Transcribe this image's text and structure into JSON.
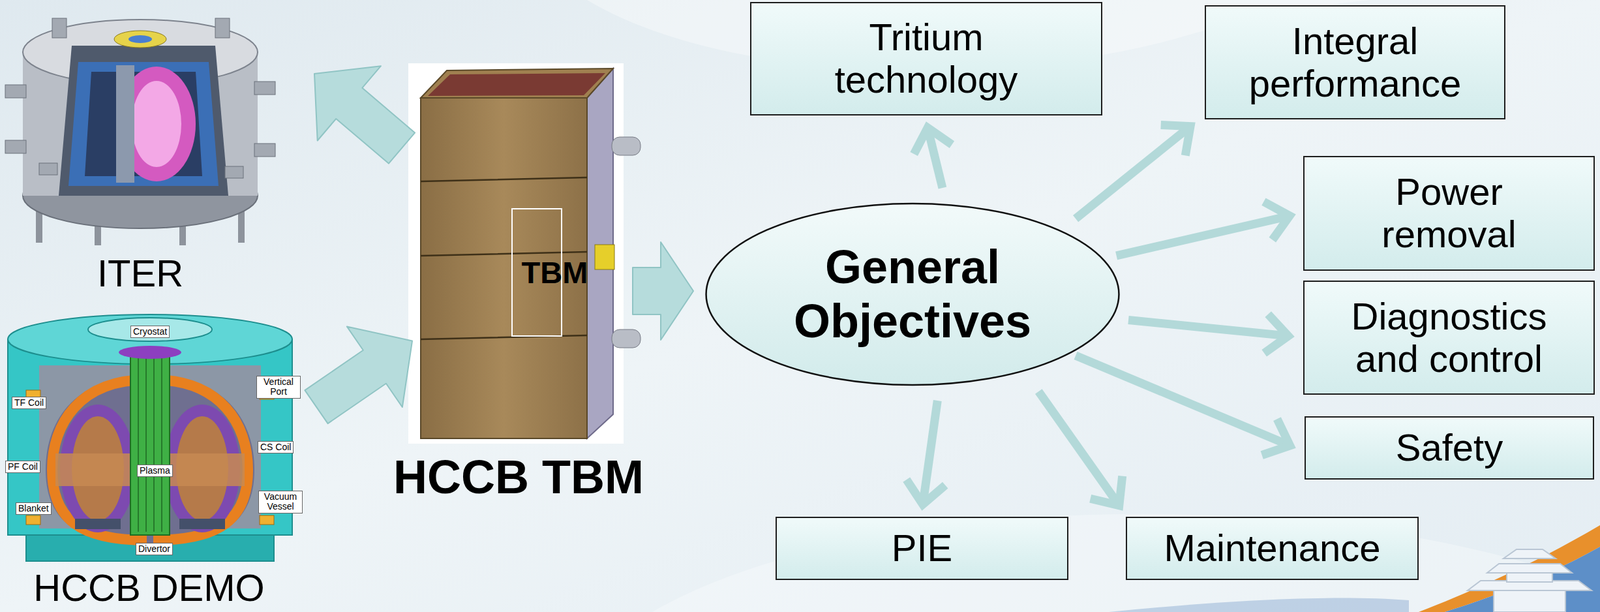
{
  "diagram": {
    "nodes": [
      {
        "text": [
          "ITER"
        ]
      },
      {
        "text": [
          "HCCB DEMO"
        ]
      },
      {
        "text": [
          "HCCB TBM"
        ]
      },
      {
        "text": [
          "TBM"
        ],
        "in": 2
      },
      {
        "text": [
          "General Objectives"
        ]
      },
      {
        "text": [
          "Tritium technology"
        ]
      },
      {
        "text": [
          "Integral performance"
        ]
      },
      {
        "text": [
          "Power removal"
        ]
      },
      {
        "text": [
          "Diagnostics and control"
        ]
      },
      {
        "text": [
          "Safety"
        ]
      },
      {
        "text": [
          "PIE"
        ]
      },
      {
        "text": [
          "Maintenance"
        ]
      }
    ],
    "edges": [
      {
        "from": 2,
        "to": 0,
        "arrow": "to"
      },
      {
        "from": 1,
        "to": 2,
        "arrow": "to"
      },
      {
        "from": 2,
        "to": 4,
        "arrow": "to"
      },
      {
        "from": 4,
        "to": 5,
        "arrow": "to"
      },
      {
        "from": 4,
        "to": 6,
        "arrow": "to"
      },
      {
        "from": 4,
        "to": 7,
        "arrow": "to"
      },
      {
        "from": 4,
        "to": 8,
        "arrow": "to"
      },
      {
        "from": 4,
        "to": 9,
        "arrow": "to"
      },
      {
        "from": 4,
        "to": 10,
        "arrow": "to"
      },
      {
        "from": 4,
        "to": 11,
        "arrow": "to"
      }
    ],
    "labels": [
      "Cryostat",
      "Vertical Port",
      "TF Coil",
      "CS Coil",
      "PF Coil",
      "Plasma",
      "Blanket",
      "Vacuum Vessel",
      "Divertor"
    ]
  }
}
